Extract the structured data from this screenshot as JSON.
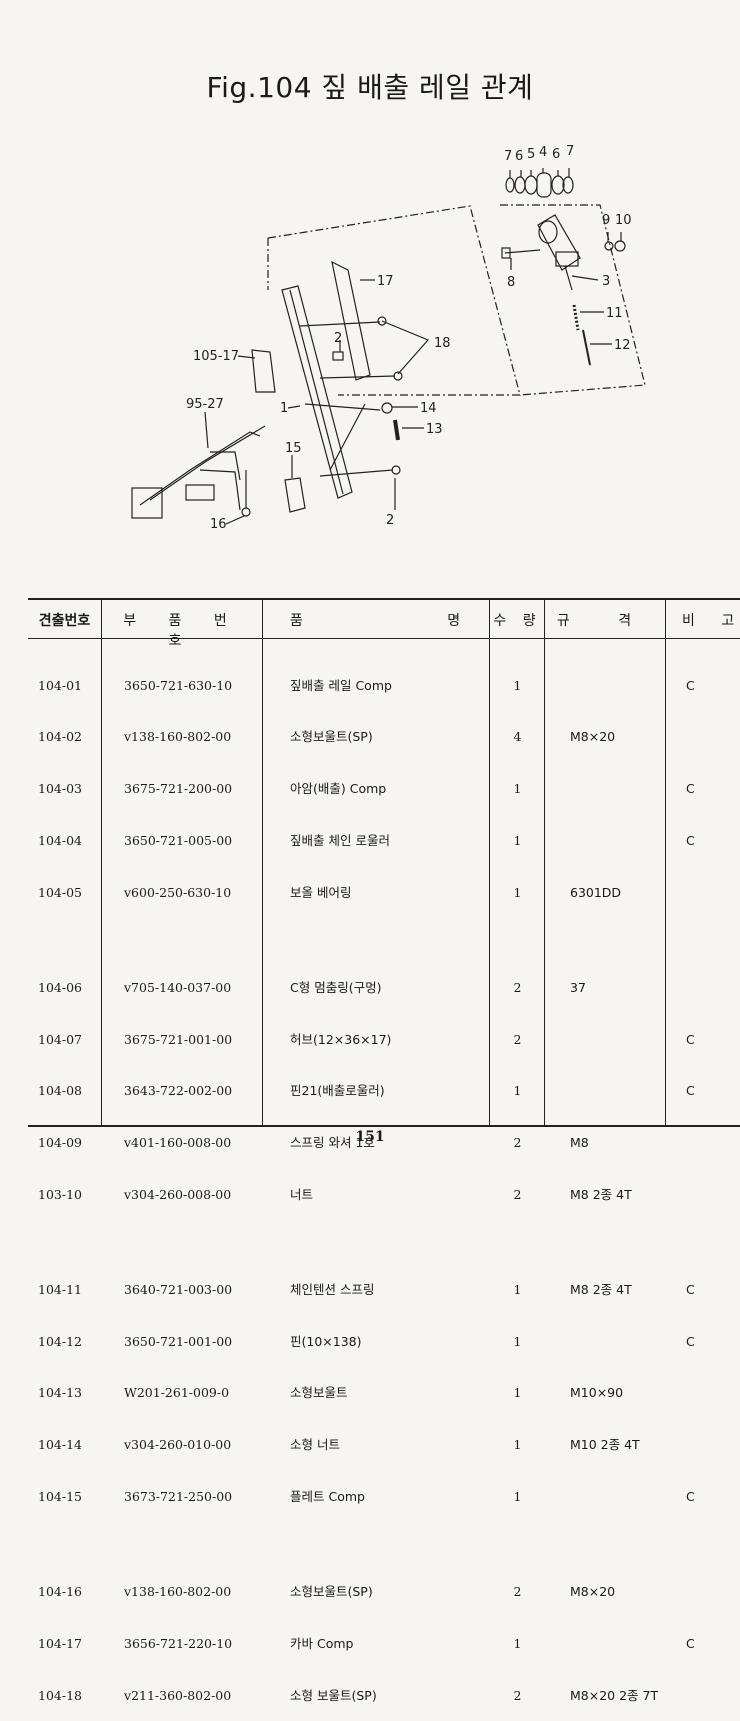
{
  "title": "Fig.104 짚 배출 레일 관계",
  "diagram_labels": [
    "7",
    "6",
    "5",
    "4",
    "6",
    "7",
    "9",
    "10",
    "8",
    "3",
    "17",
    "11",
    "12",
    "18",
    "2",
    "105-17",
    "95-27",
    "1",
    "14",
    "13",
    "15",
    "16",
    "2"
  ],
  "table": {
    "headers": [
      "견출번호",
      "부 품 번 호",
      "품 명",
      "수 량",
      "규 격",
      "비 고"
    ],
    "rows": [
      {
        "no": "104-01",
        "part": "3650-721-630-10",
        "name": "짚배출 레일 Comp",
        "qty": "1",
        "spec": "",
        "note": "C"
      },
      {
        "no": "104-02",
        "part": "v138-160-802-00",
        "name": "소형보울트(SP)",
        "qty": "4",
        "spec": "M8×20",
        "note": ""
      },
      {
        "no": "104-03",
        "part": "3675-721-200-00",
        "name": "아암(배출) Comp",
        "qty": "1",
        "spec": "",
        "note": "C"
      },
      {
        "no": "104-04",
        "part": "3650-721-005-00",
        "name": "짚배출 체인 로울러",
        "qty": "1",
        "spec": "",
        "note": "C"
      },
      {
        "no": "104-05",
        "part": "v600-250-630-10",
        "name": "보올 베어링",
        "qty": "1",
        "spec": "6301DD",
        "note": ""
      },
      {
        "no": "104-06",
        "part": "v705-140-037-00",
        "name": "C형 멈춤링(구멍)",
        "qty": "2",
        "spec": "37",
        "note": ""
      },
      {
        "no": "104-07",
        "part": "3675-721-001-00",
        "name": "허브(12×36×17)",
        "qty": "2",
        "spec": "",
        "note": "C"
      },
      {
        "no": "104-08",
        "part": "3643-722-002-00",
        "name": "핀21(배출로울러)",
        "qty": "1",
        "spec": "",
        "note": "C"
      },
      {
        "no": "104-09",
        "part": "v401-160-008-00",
        "name": "스프링 와셔 1호",
        "qty": "2",
        "spec": "M8",
        "note": ""
      },
      {
        "no": "103-10",
        "part": "v304-260-008-00",
        "name": "너트",
        "qty": "2",
        "spec": "M8 2종 4T",
        "note": ""
      },
      {
        "no": "104-11",
        "part": "3640-721-003-00",
        "name": "체인텐션 스프링",
        "qty": "1",
        "spec": "M8 2종 4T",
        "note": "C"
      },
      {
        "no": "104-12",
        "part": "3650-721-001-00",
        "name": "핀(10×138)",
        "qty": "1",
        "spec": "",
        "note": "C"
      },
      {
        "no": "104-13",
        "part": "W201-261-009-0",
        "name": "소형보울트",
        "qty": "1",
        "spec": "M10×90",
        "note": ""
      },
      {
        "no": "104-14",
        "part": "v304-260-010-00",
        "name": "소형 너트",
        "qty": "1",
        "spec": "M10 2종 4T",
        "note": ""
      },
      {
        "no": "104-15",
        "part": "3673-721-250-00",
        "name": "플레트 Comp",
        "qty": "1",
        "spec": "",
        "note": "C"
      },
      {
        "no": "104-16",
        "part": "v138-160-802-00",
        "name": "소형보울트(SP)",
        "qty": "2",
        "spec": "M8×20",
        "note": ""
      },
      {
        "no": "104-17",
        "part": "3656-721-220-10",
        "name": "카바 Comp",
        "qty": "1",
        "spec": "",
        "note": "C"
      },
      {
        "no": "104-18",
        "part": "v211-360-802-00",
        "name": "소형 보울트(SP)",
        "qty": "2",
        "spec": "M8×20 2종 7T",
        "note": ""
      }
    ]
  },
  "page_number": "151"
}
